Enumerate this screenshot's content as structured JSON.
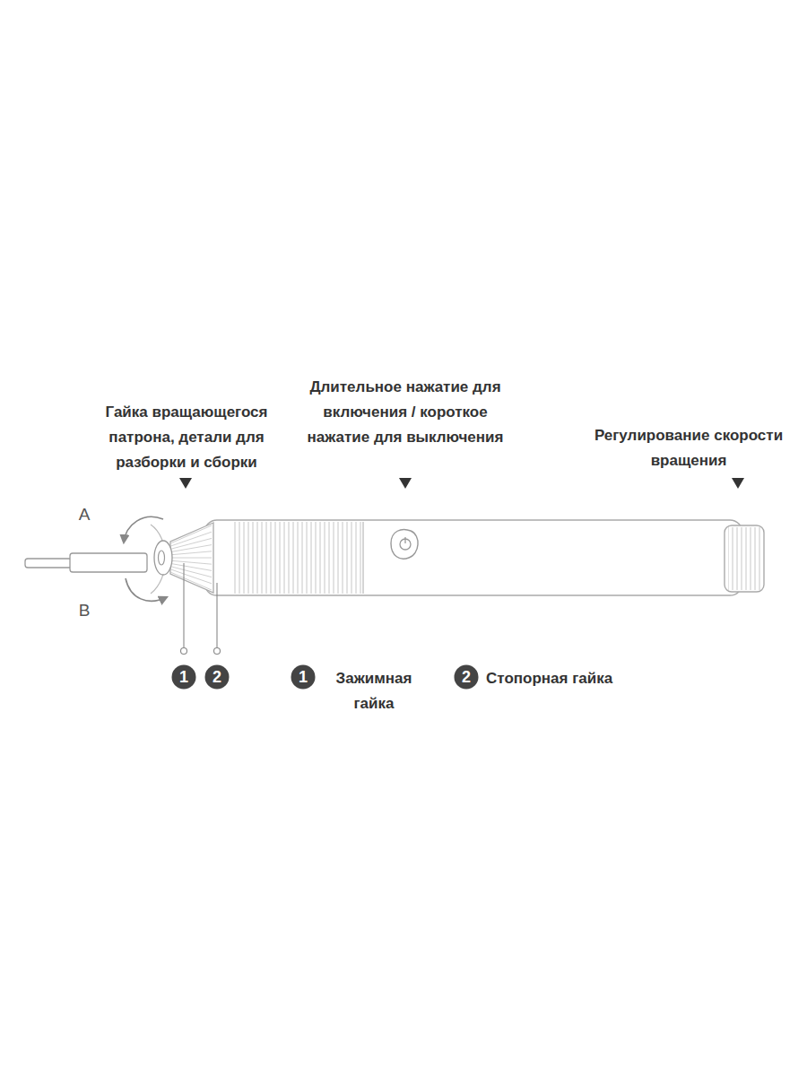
{
  "diagram": {
    "nodes": [
      {
        "text": [
          "1"
        ]
      },
      {
        "text": [
          "2"
        ]
      },
      {
        "text": [
          "1"
        ]
      },
      {
        "text": [
          "2"
        ]
      }
    ],
    "labels": [
      "Гайка вращающегося патрона, детали для разборки и сборки",
      "Длительное нажатие для включения / короткое нажатие для выключения",
      "Регулирование скорости вращения",
      "A",
      "B",
      "Зажимная гайка",
      "Стопорная гайка"
    ]
  }
}
